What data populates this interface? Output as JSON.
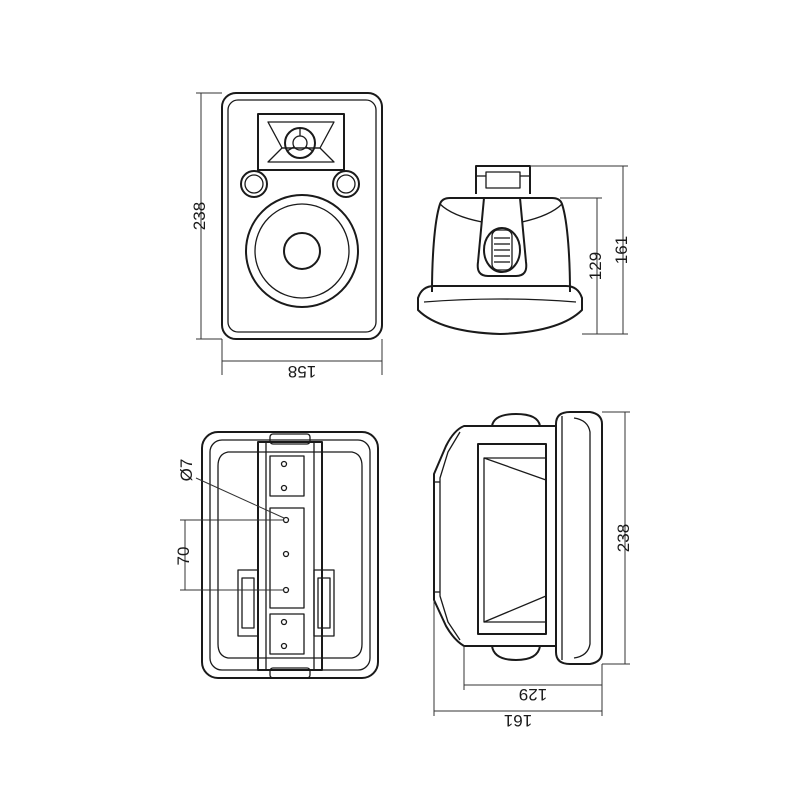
{
  "drawing": {
    "front_view": {
      "height_label": "238",
      "width_label": "158"
    },
    "top_view": {
      "inner_height_label": "129",
      "outer_height_label": "161"
    },
    "rear_view": {
      "hole_diameter_label": "Ø7",
      "hole_spacing_label": "70"
    },
    "side_view": {
      "height_label": "238",
      "inner_depth_label": "129",
      "outer_depth_label": "161"
    }
  },
  "colors": {
    "line": "#1a1a1a",
    "background": "#ffffff"
  }
}
